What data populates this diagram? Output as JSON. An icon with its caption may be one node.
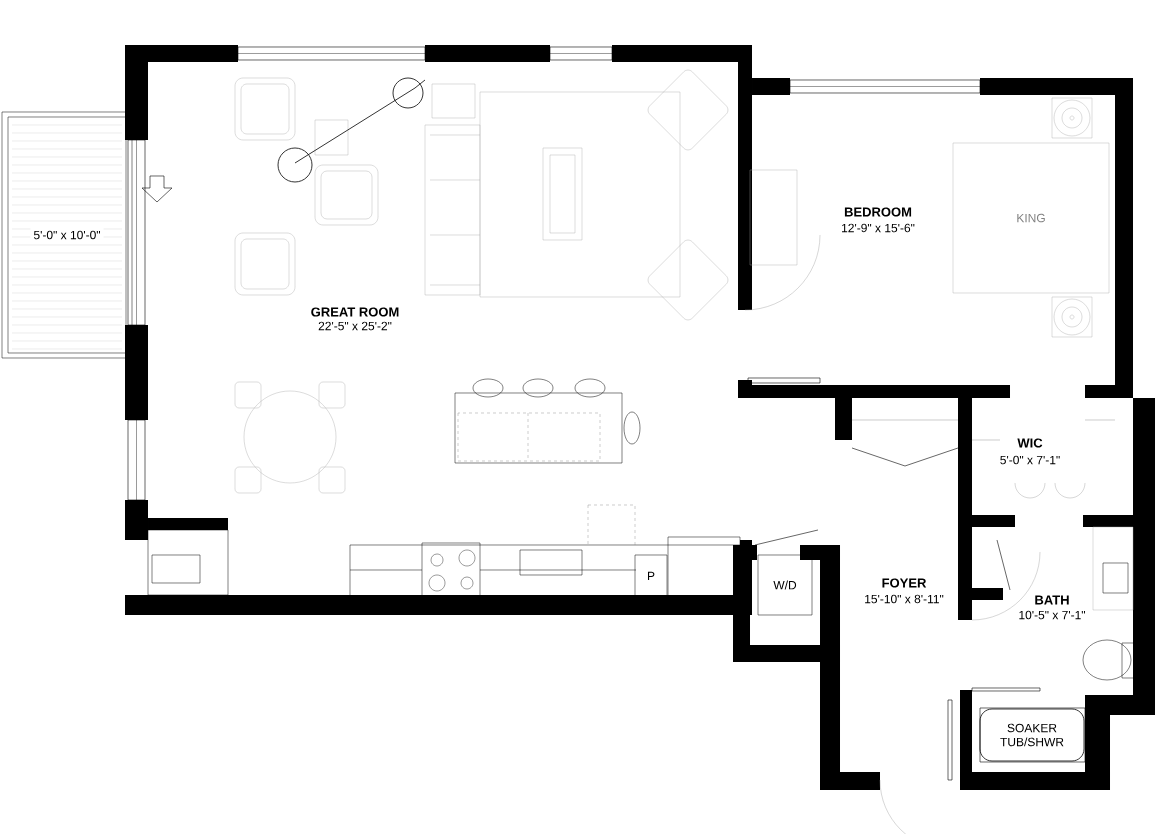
{
  "diagram": {
    "nodes": [
      {
        "text": [
          "5'-0\" x 10'-0\""
        ]
      },
      {
        "text": [
          "KING"
        ]
      },
      {
        "text": [
          "P"
        ]
      },
      {
        "text": [
          "W/D"
        ]
      },
      {
        "text": [
          "SOAKER TUB/SHWR"
        ]
      }
    ],
    "labels": [
      "GREAT ROOM",
      "22'-5\" x 25'-2\"",
      "BEDROOM",
      "12'-9\" x 15'-6\"",
      "WIC",
      "5'-0\" x 7'-1\"",
      "FOYER",
      "15'-10\" x 8'-11\"",
      "BATH",
      "10'-5\" x 7'-1\""
    ]
  }
}
